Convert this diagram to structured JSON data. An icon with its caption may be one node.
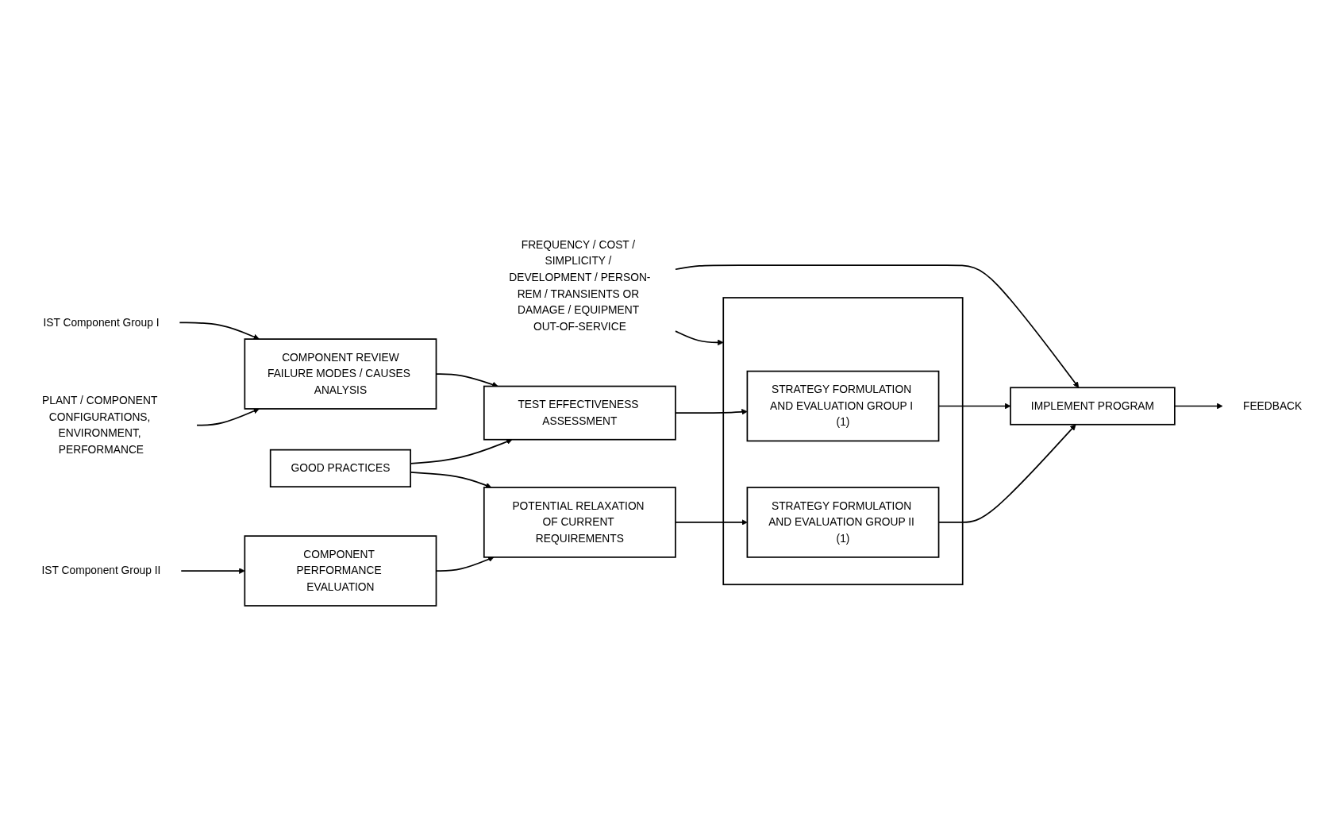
{
  "diagram": {
    "nodes": [
      {
        "text": [
          "IST Component Group I"
        ]
      },
      {
        "text": [
          "PLANT / COMPONENT CONFIGURATIONS, ENVIRONMENT, PERFORMANCE"
        ]
      },
      {
        "text": [
          "COMPONENT REVIEW",
          "FAILURE MODES / CAUSES ANALYSIS"
        ]
      },
      {
        "text": [
          "TEST EFFECTIVENESS ASSESSMENT"
        ]
      },
      {
        "text": [
          "FREQUENCY / COST / SIMPLICITY / DEVELOPMENT / PERSON-REM / TRANSIENTS OR DAMAGE / EQUIPMENT OUT-OF-SERVICE"
        ]
      },
      {
        "text": [],
        "shape": "box"
      },
      {
        "text": [
          "STRATEGY FORMULATION AND EVALUATION GROUP I (1)"
        ],
        "in": 5
      },
      {
        "text": [
          "STRATEGY FORMULATION AND EVALUATION GROUP II (1)"
        ],
        "in": 5
      },
      {
        "text": [
          "IMPLEMENT PROGRAM"
        ]
      },
      {
        "text": [
          "GOOD PRACTICES"
        ]
      },
      {
        "text": [
          "IST Component Group II"
        ]
      },
      {
        "text": [
          "COMPONENT PERFORMANCE EVALUATION"
        ]
      },
      {
        "text": [
          "POTENTIAL RELAXATION OF CURRENT REQUIREMENTS"
        ]
      },
      {
        "text": [
          "FEEDBACK"
        ]
      }
    ],
    "edges": [
      {
        "from": 0,
        "to": 2,
        "arrow": "to"
      },
      {
        "from": 1,
        "to": 2,
        "arrow": "to"
      },
      {
        "from": 2,
        "to": 3,
        "arrow": "to"
      },
      {
        "from": 3,
        "to": 6,
        "arrow": "to"
      },
      {
        "from": 4,
        "to": 5,
        "arrow": "to"
      },
      {
        "from": 4,
        "to": 8,
        "arrow": "to"
      },
      {
        "from": 6,
        "to": 8,
        "arrow": "to"
      },
      {
        "from": 9,
        "to": 3,
        "arrow": "to"
      },
      {
        "from": 9,
        "to": 12,
        "arrow": "to"
      },
      {
        "from": 10,
        "to": 11,
        "arrow": "to"
      },
      {
        "from": 11,
        "to": 12,
        "arrow": "to"
      },
      {
        "from": 12,
        "to": 7,
        "arrow": "to"
      },
      {
        "from": 7,
        "to": 8,
        "arrow": "to"
      },
      {
        "from": 8,
        "to": 13,
        "arrow": "to"
      }
    ]
  }
}
